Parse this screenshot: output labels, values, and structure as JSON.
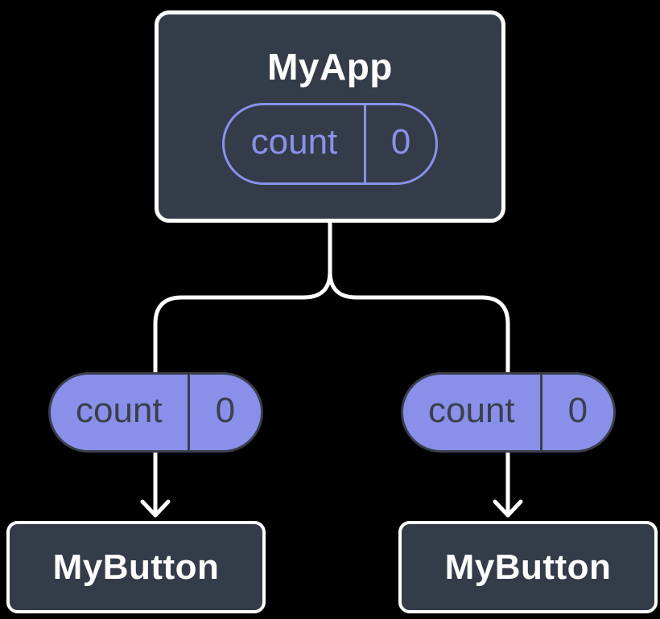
{
  "diagram": {
    "background": "#000000",
    "colors": {
      "surface_dark": "#343C49",
      "border_white": "#FFFFFF",
      "accent_purple": "#8A91EB",
      "pill_fill": "#8A90E9",
      "pill_dark": "#3A3F4D",
      "connector": "#FFFFFF"
    },
    "root_component": {
      "title": "MyApp",
      "state_pill": {
        "label": "count",
        "value": "0"
      }
    },
    "left_branch": {
      "prop_pill": {
        "label": "count",
        "value": "0"
      },
      "component": {
        "title": "MyButton"
      }
    },
    "right_branch": {
      "prop_pill": {
        "label": "count",
        "value": "0"
      },
      "component": {
        "title": "MyButton"
      }
    }
  }
}
